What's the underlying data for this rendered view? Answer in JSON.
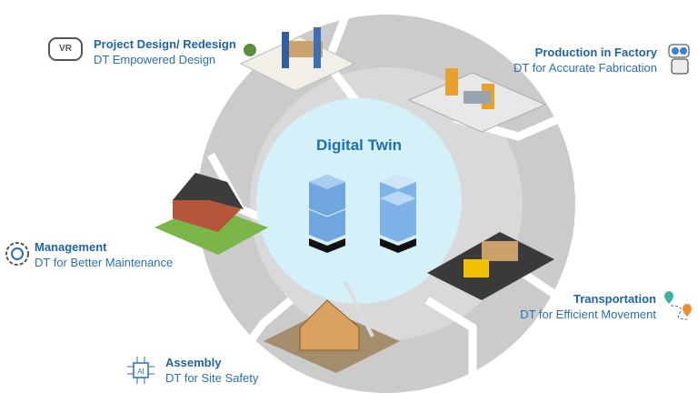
{
  "center": {
    "title": "Digital Twin"
  },
  "stages": [
    {
      "title": "Project Design/ Redesign",
      "subtitle": "DT Empowered Design",
      "icon": "vr-headset-icon"
    },
    {
      "title": "Production in Factory",
      "subtitle": "DT for Accurate Fabrication",
      "icon": "robot-icon"
    },
    {
      "title": "Transportation",
      "subtitle": "DT for Efficient Movement",
      "icon": "route-pin-icon"
    },
    {
      "title": "Assembly",
      "subtitle": "DT for Site Safety",
      "icon": "ai-chip-icon"
    },
    {
      "title": "Management",
      "subtitle": "DT for Better Maintenance",
      "icon": "maintenance-gear-icon"
    }
  ],
  "icon_labels": {
    "vr": "VR",
    "ai": "AI"
  },
  "colors": {
    "ring": "#c9c9c9",
    "center": "#d4f0f8",
    "title": "#1f63a8",
    "subtitle": "#2a6fb2"
  }
}
